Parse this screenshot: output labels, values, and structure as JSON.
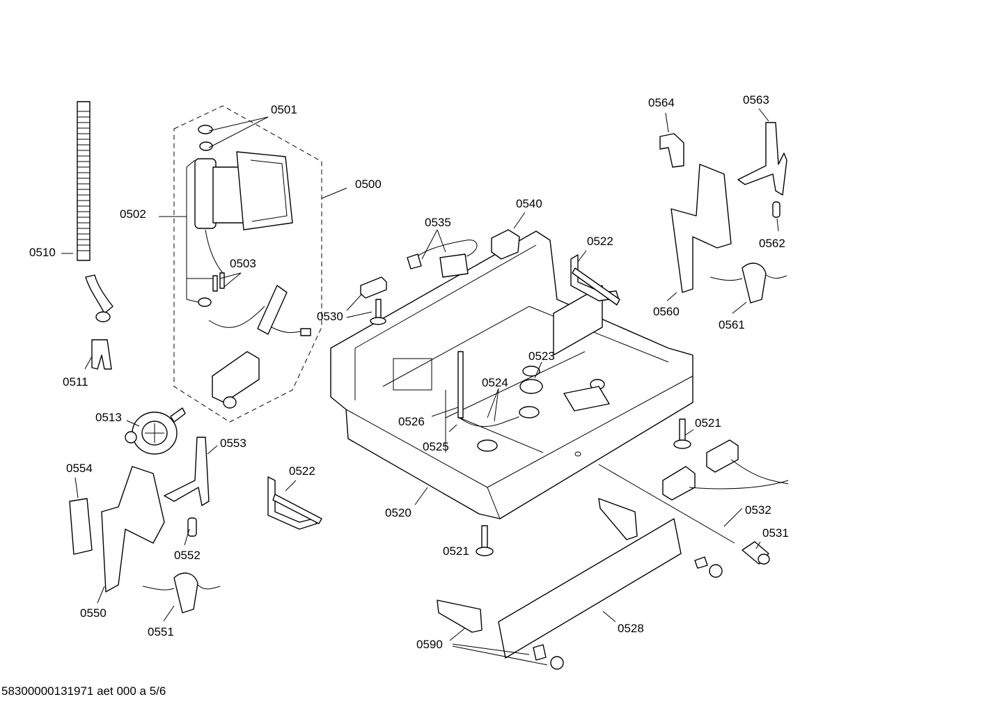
{
  "drawing_id": "58300000131971 aet 000 a 5/6",
  "callouts": [
    {
      "id": "0501",
      "label": "0501"
    },
    {
      "id": "0500",
      "label": "0500"
    },
    {
      "id": "0502",
      "label": "0502"
    },
    {
      "id": "0503",
      "label": "0503"
    },
    {
      "id": "0510",
      "label": "0510"
    },
    {
      "id": "0511",
      "label": "0511"
    },
    {
      "id": "0513",
      "label": "0513"
    },
    {
      "id": "0553",
      "label": "0553"
    },
    {
      "id": "0554",
      "label": "0554"
    },
    {
      "id": "0552",
      "label": "0552"
    },
    {
      "id": "0550",
      "label": "0550"
    },
    {
      "id": "0551",
      "label": "0551"
    },
    {
      "id": "0522a",
      "label": "0522"
    },
    {
      "id": "0535",
      "label": "0535"
    },
    {
      "id": "0540",
      "label": "0540"
    },
    {
      "id": "0522b",
      "label": "0522"
    },
    {
      "id": "0530",
      "label": "0530"
    },
    {
      "id": "0523",
      "label": "0523"
    },
    {
      "id": "0524",
      "label": "0524"
    },
    {
      "id": "0526",
      "label": "0526"
    },
    {
      "id": "0525",
      "label": "0525"
    },
    {
      "id": "0520",
      "label": "0520"
    },
    {
      "id": "0521a",
      "label": "0521"
    },
    {
      "id": "0521b",
      "label": "0521"
    },
    {
      "id": "0532",
      "label": "0532"
    },
    {
      "id": "0531",
      "label": "0531"
    },
    {
      "id": "0528",
      "label": "0528"
    },
    {
      "id": "0590",
      "label": "0590"
    },
    {
      "id": "0564",
      "label": "0564"
    },
    {
      "id": "0563",
      "label": "0563"
    },
    {
      "id": "0562",
      "label": "0562"
    },
    {
      "id": "0560",
      "label": "0560"
    },
    {
      "id": "0561",
      "label": "0561"
    }
  ]
}
